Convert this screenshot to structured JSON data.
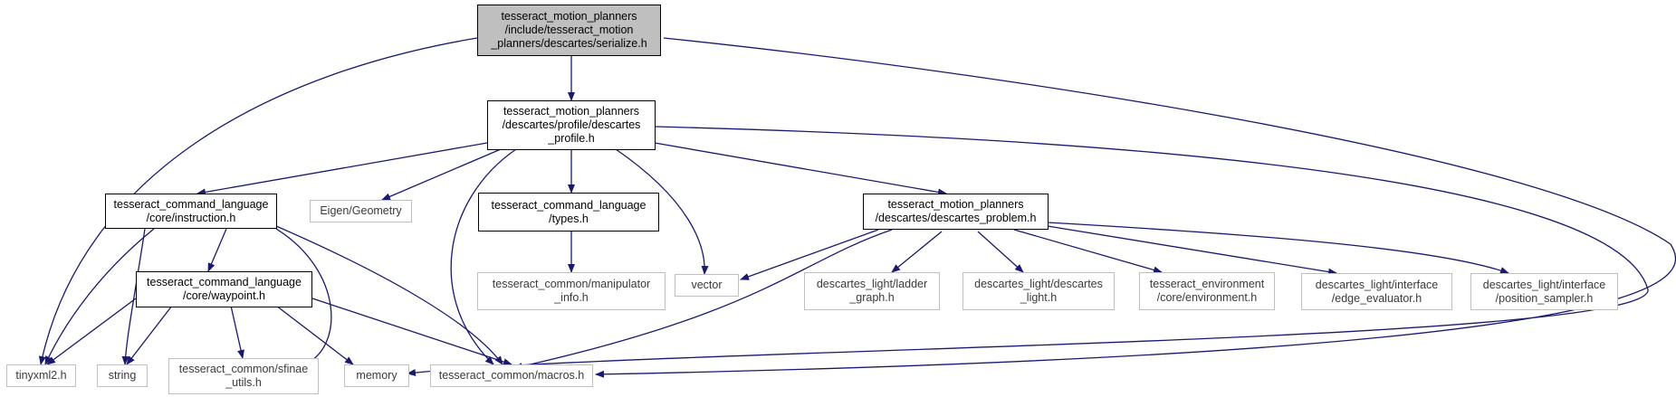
{
  "colors": {
    "edge": "#191970",
    "root_fill": "#bfbfbf",
    "ghost_border": "#bfbfbf"
  },
  "nodes": {
    "serialize": "tesseract_motion_planners\n/include/tesseract_motion\n_planners/descartes/serialize.h",
    "descartes_profile": "tesseract_motion_planners\n/descartes/profile/descartes\n_profile.h",
    "instruction": "tesseract_command_language\n/core/instruction.h",
    "eigen_geometry": "Eigen/Geometry",
    "types": "tesseract_command_language\n/types.h",
    "descartes_problem": "tesseract_motion_planners\n/descartes/descartes_problem.h",
    "waypoint": "tesseract_command_language\n/core/waypoint.h",
    "manipulator_info": "tesseract_common/manipulator\n_info.h",
    "vector": "vector",
    "ladder_graph": "descartes_light/ladder\n_graph.h",
    "descartes_light": "descartes_light/descartes\n_light.h",
    "environment": "tesseract_environment\n/core/environment.h",
    "edge_evaluator": "descartes_light/interface\n/edge_evaluator.h",
    "position_sampler": "descartes_light/interface\n/position_sampler.h",
    "tinyxml2": "tinyxml2.h",
    "string": "string",
    "sfinae_utils": "tesseract_common/sfinae\n_utils.h",
    "memory": "memory",
    "macros": "tesseract_common/macros.h"
  }
}
